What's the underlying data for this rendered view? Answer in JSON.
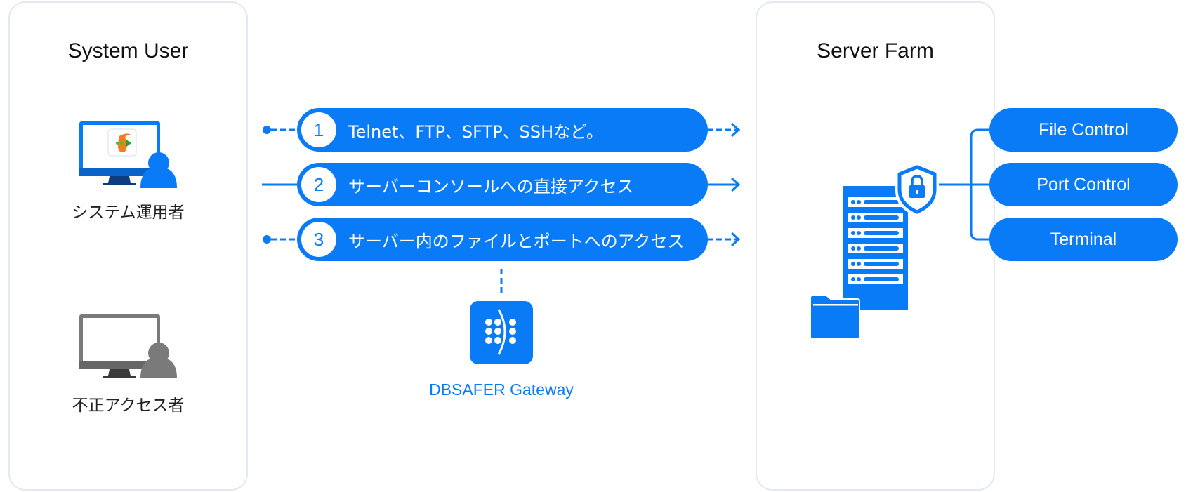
{
  "left_panel": {
    "title": "System User",
    "users": [
      {
        "label": "システム運用者",
        "icon": "authorized-user-monitor-icon"
      },
      {
        "label": "不正アクセス者",
        "icon": "unauthorized-user-monitor-icon"
      }
    ]
  },
  "access_paths": [
    {
      "number": "1",
      "label": "Telnet、FTP、SFTP、SSHなど。",
      "line_style": "dashed"
    },
    {
      "number": "2",
      "label": "サーバーコンソールへの直接アクセス",
      "line_style": "solid"
    },
    {
      "number": "3",
      "label": "サーバー内のファイルとポートへのアクセス",
      "line_style": "dashed"
    }
  ],
  "gateway": {
    "label": "DBSAFER Gateway",
    "icon": "dbsafer-gateway-icon"
  },
  "right_panel": {
    "title": "Server Farm"
  },
  "controls": [
    {
      "label": "File Control"
    },
    {
      "label": "Port Control"
    },
    {
      "label": "Terminal"
    }
  ],
  "colors": {
    "accent": "#0a7bf7",
    "panel_border": "#e4e9f1",
    "inactive_gray": "#777777"
  }
}
